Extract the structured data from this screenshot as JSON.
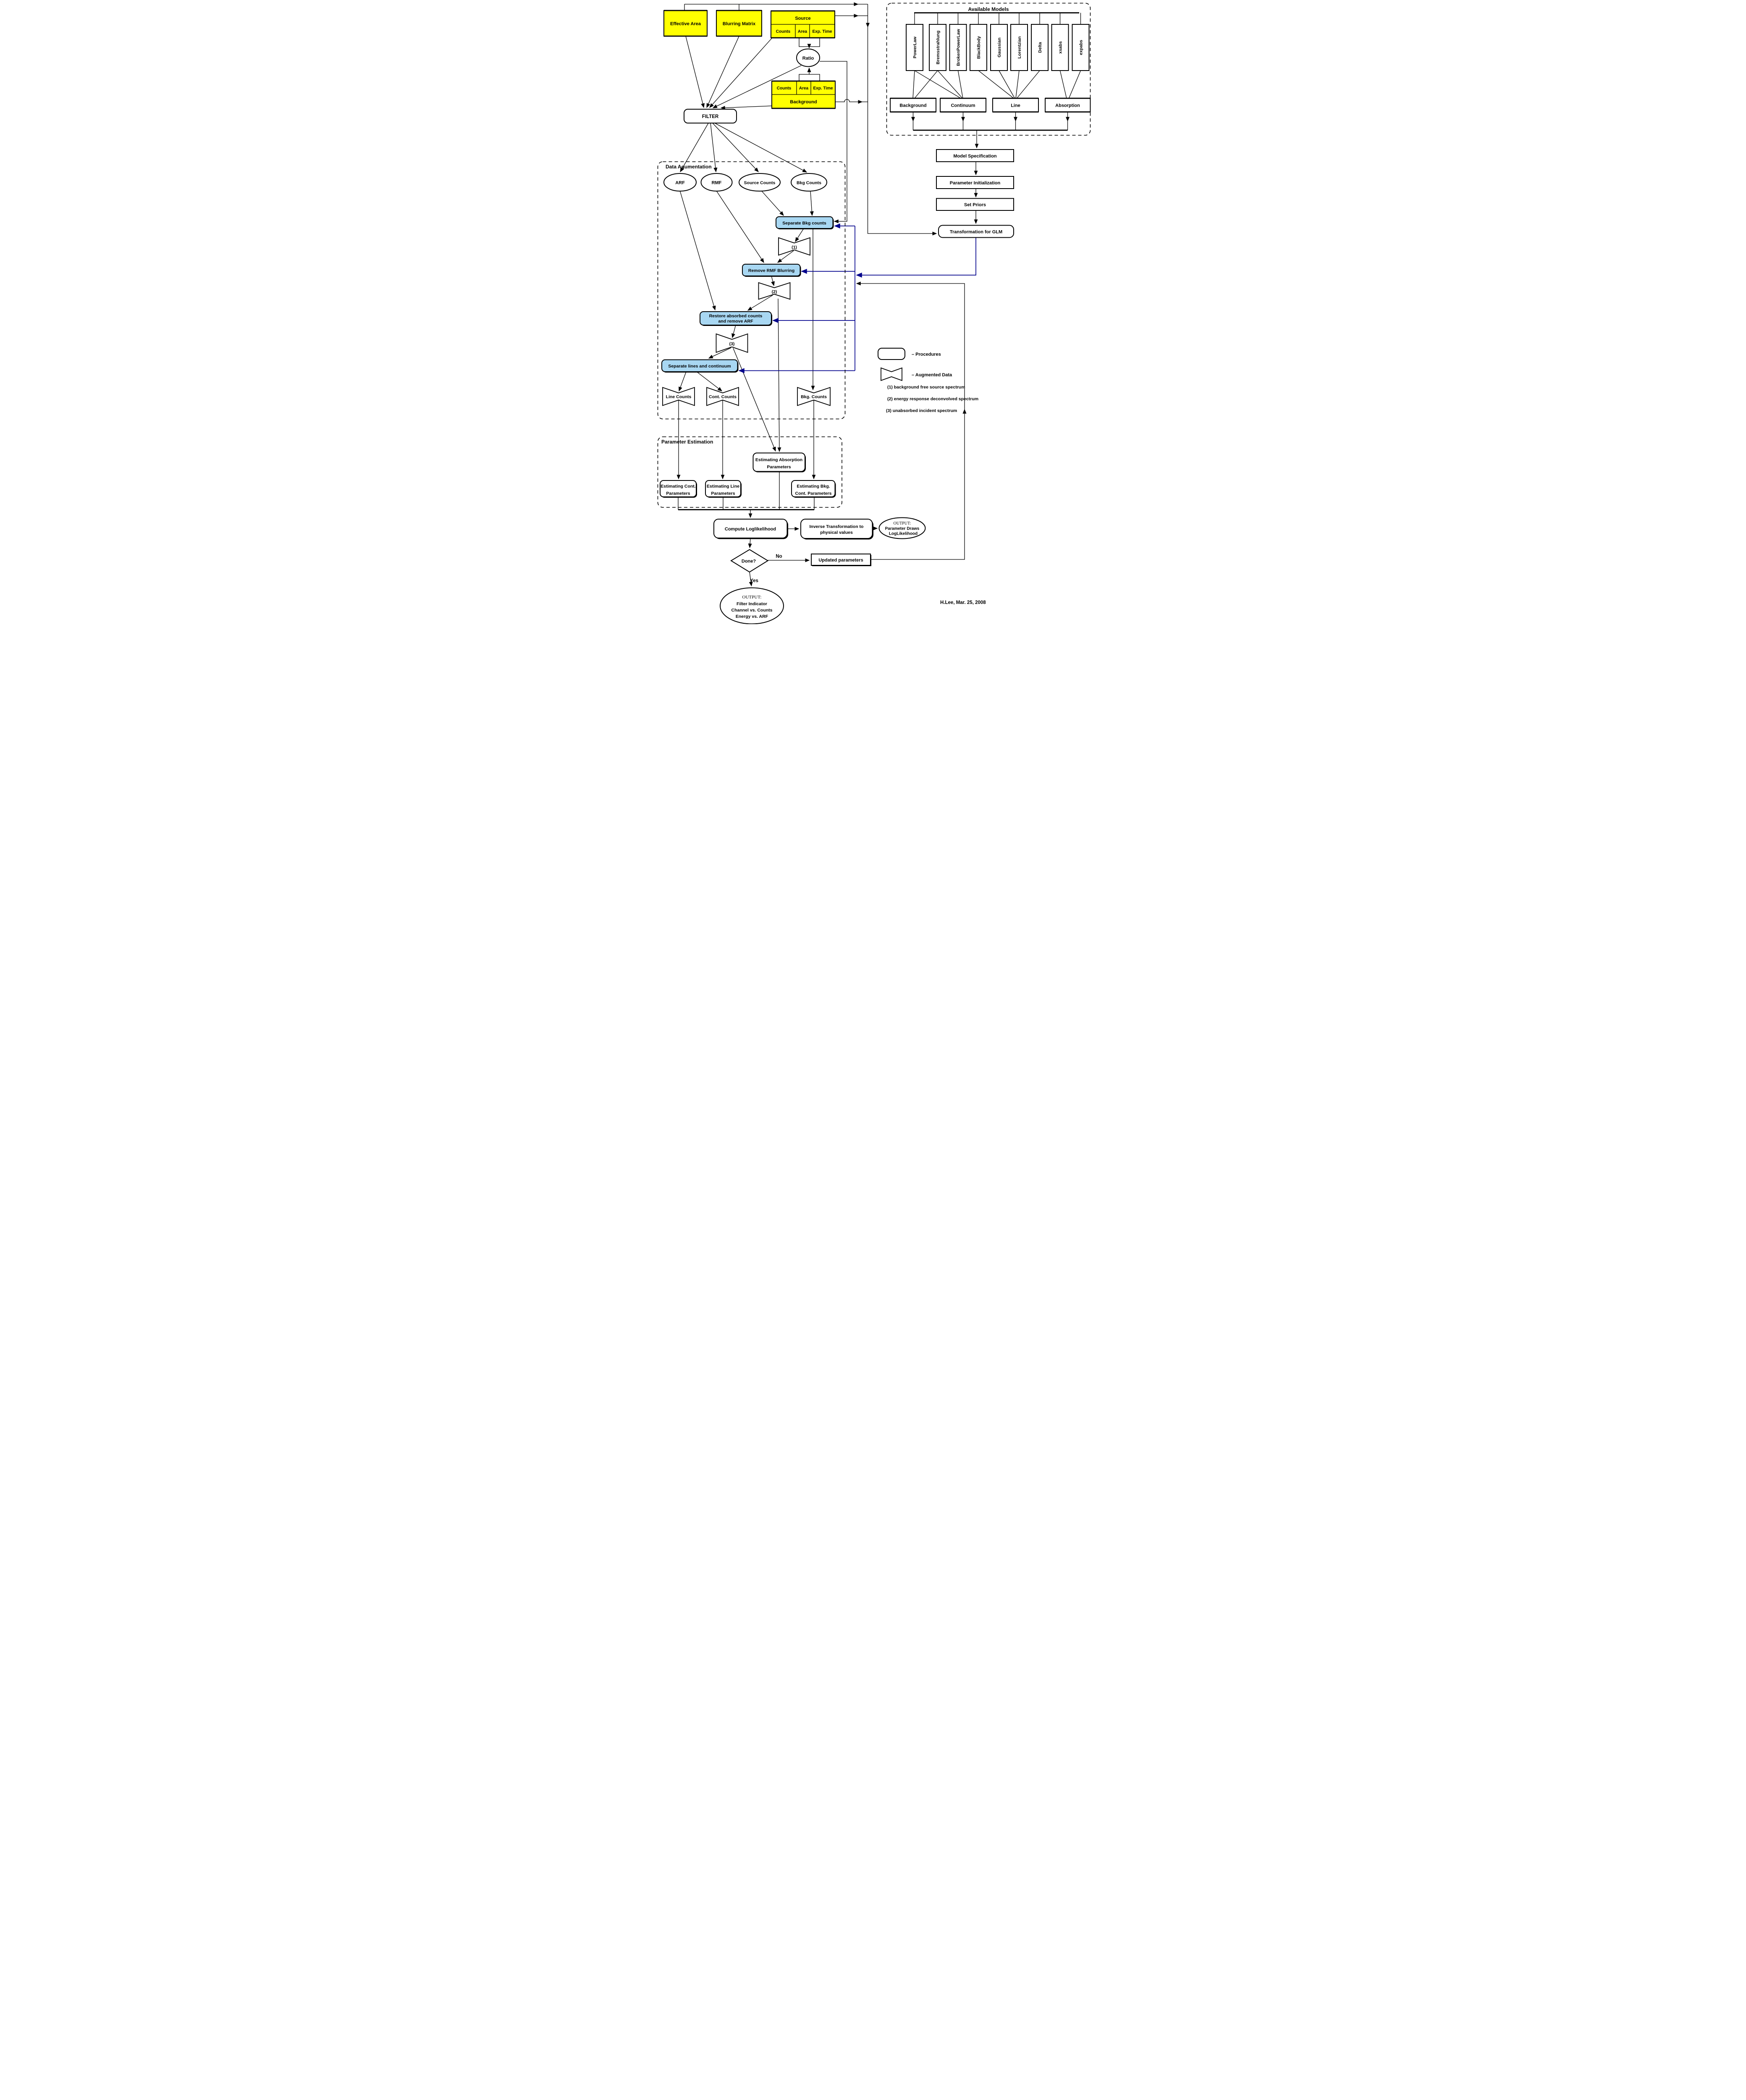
{
  "colors": {
    "box_yellow": "#ffff00",
    "step_blue": "#a8d7f2",
    "feedback_blue": "#00008b"
  },
  "top": {
    "effective_area": "Effective Area",
    "blurring_matrix": "Blurring Matrix",
    "source": {
      "title": "Source",
      "counts": "Counts",
      "area": "Area",
      "exp_time": "Exp. Time"
    },
    "background": {
      "title": "Background",
      "counts": "Counts",
      "area": "Area",
      "exp_time": "Exp. Time"
    },
    "ratio": "Ratio",
    "filter": "FILTER"
  },
  "available_models": {
    "title": "Available Models",
    "models": [
      "PowerLaw",
      "Bremsstrahlung",
      "BrokenPowerLaw",
      "BlackBody",
      "Gaussian",
      "Lorentzian",
      "Delta",
      "xsabs",
      "expabs"
    ],
    "categories": [
      "Background",
      "Continuum",
      "Line",
      "Absorption"
    ]
  },
  "model_flow": {
    "model_specification": "Model Specification",
    "parameter_initialization": "Parameter Initialization",
    "set_priors": "Set Priors",
    "transformation_glm": "Transformation for GLM"
  },
  "data_augmentation": {
    "label": "Data Agumentation",
    "arf": "ARF",
    "rmf": "RMF",
    "source_counts": "Source Counts",
    "bkg_counts": "Bkg Counts",
    "separate_bkg": "Separate Bkg counts",
    "remove_rmf": "Remove RMF Blurring",
    "restore_line1": "Restore absorbed counts",
    "restore_line2": "and remove ARF",
    "separate_lines": "Separate lines and continuum",
    "bowtie1": "(1)",
    "bowtie2": "(2)",
    "bowtie3": "(3)",
    "line_counts": "Line Counts",
    "cont_counts": "Cont. Counts",
    "bkg_counts_aug": "Bkg. Counts"
  },
  "legend": {
    "procedures": "– Procedures",
    "augmented_data": "– Augmented Data",
    "note1": "(1) background free source spectrum",
    "note2": "(2) energy response deconvolved spectrum",
    "note3": "(3) unabsorbed incident spectrum"
  },
  "parameter_estimation": {
    "label": "Parameter Estimation",
    "absorption_line1": "Estimating Absorption",
    "absorption_line2": "Parameters",
    "cont_line1": "Estimating Cont.",
    "cont_line2": "Parameters",
    "line_line1": "Estimating Line",
    "line_line2": "Parameters",
    "bkg_line1": "Estimating Bkg.",
    "bkg_line2": "Cont. Parameters"
  },
  "bottom": {
    "compute_loglikelihood": "Compute Loglikelihood",
    "inverse_line1": "Inverse Transformation to",
    "inverse_line2": "physical values",
    "output_draws": {
      "heading": "OUTPUT:",
      "line1": "Parameter Draws",
      "line2": "LogLikelihood"
    },
    "done": "Done?",
    "no": "No",
    "yes": "Yes",
    "updated_parameters": "Updated parameters",
    "output_final": {
      "heading": "OUTPUT:",
      "line1": "Filter Indicator",
      "line2": "Channel vs. Counts",
      "line3": "Energy vs. ARF"
    }
  },
  "signature": "H.Lee, Mar. 25, 2008"
}
